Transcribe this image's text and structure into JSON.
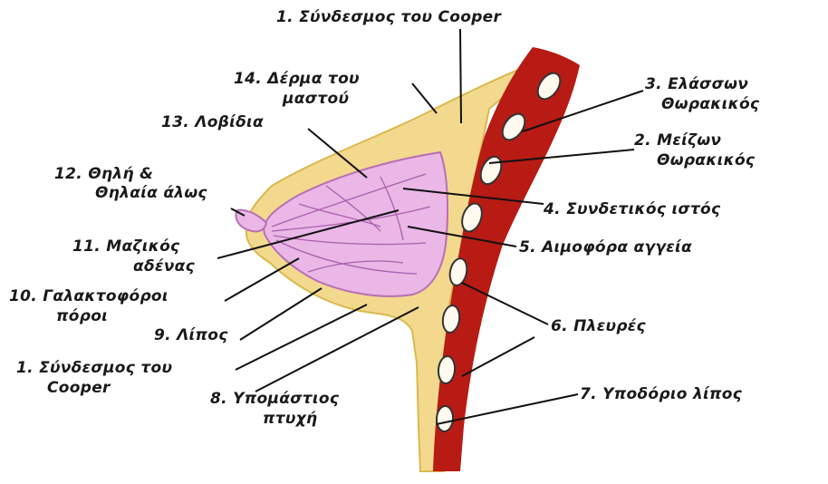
{
  "labels": {
    "l1_top": "1. Σύνδεσμος του Cooper",
    "l14_a": "14. Δέρμα του",
    "l14_b": "μαστού",
    "l13": "13. Λοβίδια",
    "l3_a": "3. Ελάσσων",
    "l3_b": "Θωρακικός",
    "l2_a": "2. Μείζων",
    "l2_b": "Θωρακικός",
    "l12_a": "12. Θηλή &",
    "l12_b": "Θηλαία άλως",
    "l4": "4. Συνδετικός ιστός",
    "l11_a": "11. Μαζικός",
    "l11_b": "αδένας",
    "l5": "5. Αιμοφόρα αγγεία",
    "l10_a": "10. Γαλακτοφόροι",
    "l10_b": "πόροι",
    "l6": "6. Πλευρές",
    "l9": "9. Λίπος",
    "l1_bot_a": "1. Σύνδεσμος του",
    "l1_bot_b": "Cooper",
    "l8_a": "8. Υπομάστιος",
    "l8_b": "πτυχή",
    "l7": "7. Υποδόριο λίπος"
  },
  "colors": {
    "skin": "#f3d98e",
    "skin_edge": "#d9b94e",
    "gland": "#eab7e6",
    "gland_edge": "#b86fb3",
    "muscle": "#b81a14",
    "rib": "#fffaf0"
  }
}
